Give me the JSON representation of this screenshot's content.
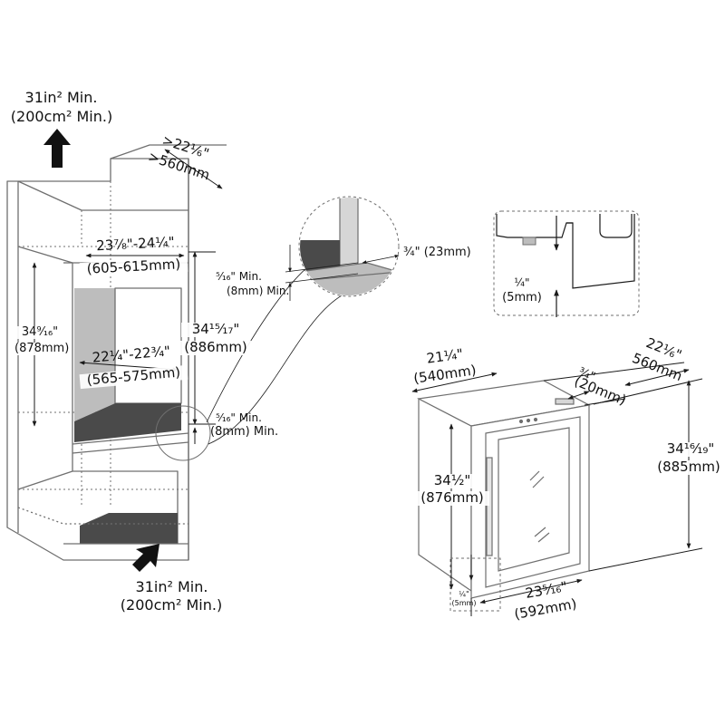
{
  "colors": {
    "line": "#6f6f6f",
    "dim": "#1a1a1a",
    "shade": "#bdbdbd",
    "dark": "#4a4a4a",
    "floor": "#9a9a9a"
  },
  "ventilation": {
    "top": {
      "area_in": "31in² Min.",
      "area_cm": "(200cm² Min.)",
      "arrow": "up-arrow"
    },
    "bottom": {
      "area_in": "31in² Min.",
      "area_cm": "(200cm² Min.)",
      "arrow": "diagonal-arrow"
    }
  },
  "cabinet": {
    "depth_in": ">22⅙\"",
    "depth_mm": ">560mm",
    "width_in": "23⅞\"-24¼\"",
    "width_mm": "(605-615mm)",
    "inner_width_in": "22¼\"-22¾\"",
    "inner_width_mm": "(565-575mm)",
    "height_left_in": "34⁹⁄₁₆\"",
    "height_left_mm": "(878mm)",
    "height_right_in": "34¹⁵⁄₁₇\"",
    "height_right_mm": "(886mm)",
    "gap_bottom": "⁵⁄₁₆\" Min.",
    "gap_bottom_mm": "(8mm) Min."
  },
  "detail_zoom": {
    "gap_in": "⁵⁄₁₆\" Min.",
    "gap_mm": "(8mm) Min.",
    "offset": "¾\" (23mm)"
  },
  "foot_detail": {
    "label_in": "¼\"",
    "label_mm": "(5mm)"
  },
  "appliance": {
    "width_in": "21¼\"",
    "width_mm": "(540mm)",
    "depth_in": "22⅙\"",
    "depth_mm": "560mm",
    "door_in": "¾\"",
    "door_mm": "(20mm)",
    "height_in": "34½\"",
    "height_mm": "(876mm)",
    "total_height_in": "34¹⁶⁄₁₉\"",
    "total_height_mm": "(885mm)",
    "front_width_in": "23⁵⁄₁₆\"",
    "front_width_mm": "(592mm)",
    "foot_in": "¼\"",
    "foot_mm": "(5mm)"
  }
}
